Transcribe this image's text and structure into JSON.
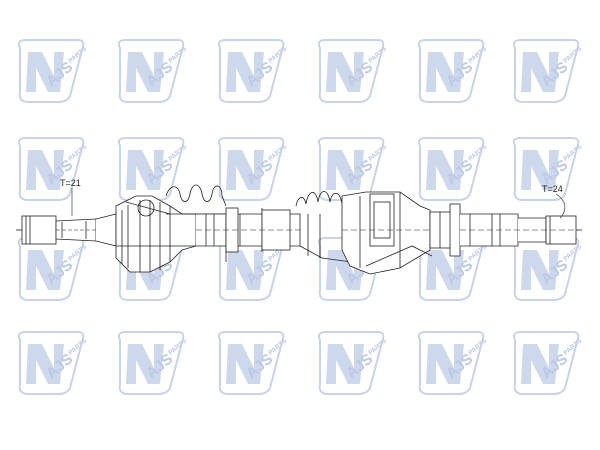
{
  "watermark": {
    "brand": "AJS",
    "suffix": "PARTS",
    "fill_color": "#b9c6e3",
    "icon": "nty-ajs-logo-icon"
  },
  "diagram": {
    "left_label": "T=21",
    "right_label": "T=24",
    "line_color": "#222222"
  }
}
